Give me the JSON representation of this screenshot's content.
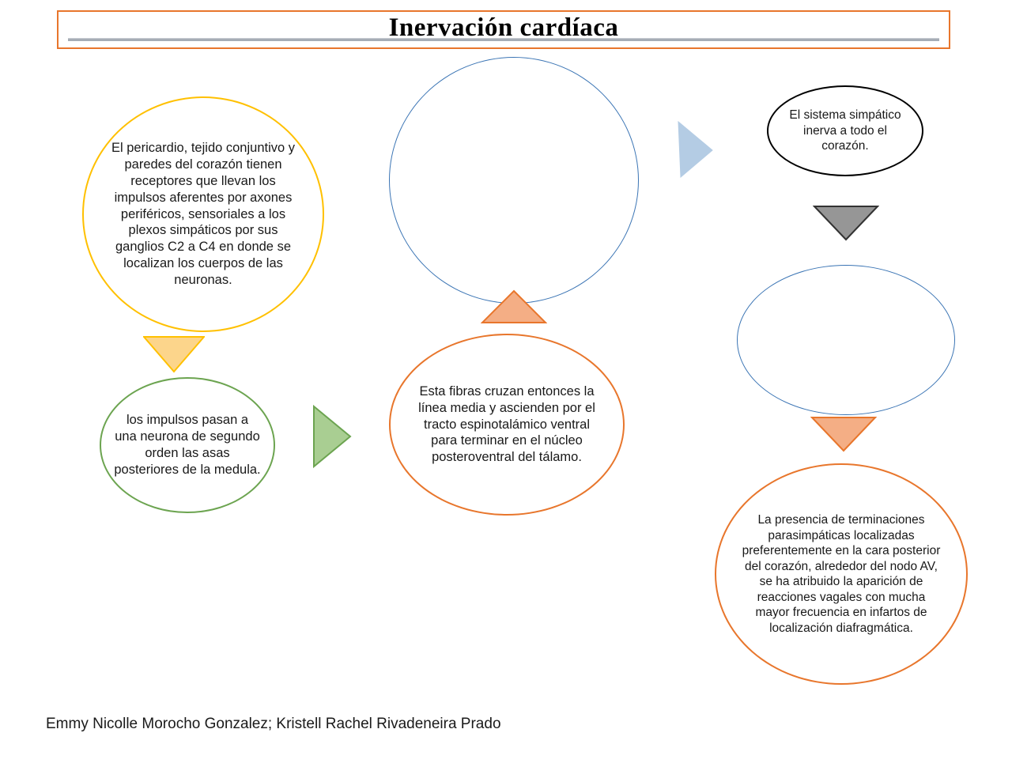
{
  "title": {
    "text": "Inervación cardíaca"
  },
  "colors": {
    "title_border": "#E8762C",
    "title_rule": "#a6acb5",
    "yellow": "#FFC000",
    "green": "#6CA450",
    "orange": "#E8762C",
    "blue": "#3A74B4",
    "black": "#000000",
    "salmon_fill": "#F4AE85",
    "yellow_fill": "#FCD58B",
    "green_fill": "#A9CE92",
    "blue_fill": "#B4CCE4",
    "gray_fill": "#969696",
    "text": "#191919"
  },
  "nodes": {
    "pericardio": {
      "text": "El pericardio, tejido conjuntivo y paredes del corazón tienen receptores que llevan los impulsos aferentes por axones periféricos, sensoriales a los plexos simpáticos por sus ganglios C2 a C4 en donde se localizan los cuerpos de las neuronas.",
      "outline": "#FFC000"
    },
    "blue_top": {
      "text": "",
      "outline": "#3A74B4"
    },
    "sistema_simpatico": {
      "text": "El sistema simpático inerva a todo el corazón.",
      "outline": "#000000"
    },
    "blue_right": {
      "text": "",
      "outline": "#3A74B4"
    },
    "impulsos": {
      "text": "los impulsos pasan a una neurona de segundo orden las asas posteriores de la medula.",
      "outline": "#6CA450"
    },
    "fibras": {
      "text": "Esta fibras cruzan entonces la línea media y ascienden por el tracto espinotalámico ventral para terminar en el núcleo posteroventral del tálamo.",
      "outline": "#E8762C"
    },
    "parasimpatico": {
      "text": "La presencia de terminaciones parasimpáticas localizadas preferentemente en la cara posterior del corazón, alrededor del nodo AV, se ha atribuido la aparición de reacciones vagales con mucha mayor frecuencia en infartos de localización diafragmática.",
      "outline": "#E8762C"
    }
  },
  "arrows": {
    "yellow_down": {
      "name": "arrow-down-yellow",
      "direction": "down",
      "fill": "#FCD58B",
      "stroke": "#FFC000"
    },
    "green_right": {
      "name": "arrow-right-green",
      "direction": "right",
      "fill": "#A9CE92",
      "stroke": "#6CA450"
    },
    "salmon_up": {
      "name": "arrow-up-salmon",
      "direction": "up",
      "fill": "#F4AE85",
      "stroke": "#E8762C"
    },
    "blue_right": {
      "name": "arrow-right-blue",
      "direction": "right",
      "fill": "#B4CCE4",
      "stroke": "#B4CCE4"
    },
    "gray_down": {
      "name": "arrow-down-gray",
      "direction": "down",
      "fill": "#969696",
      "stroke": "#333333"
    },
    "salmon_down": {
      "name": "arrow-down-salmon",
      "direction": "down",
      "fill": "#F4AE85",
      "stroke": "#E8762C"
    }
  },
  "footer": {
    "authors": "Emmy Nicolle Morocho Gonzalez; Kristell Rachel Rivadeneira Prado"
  }
}
